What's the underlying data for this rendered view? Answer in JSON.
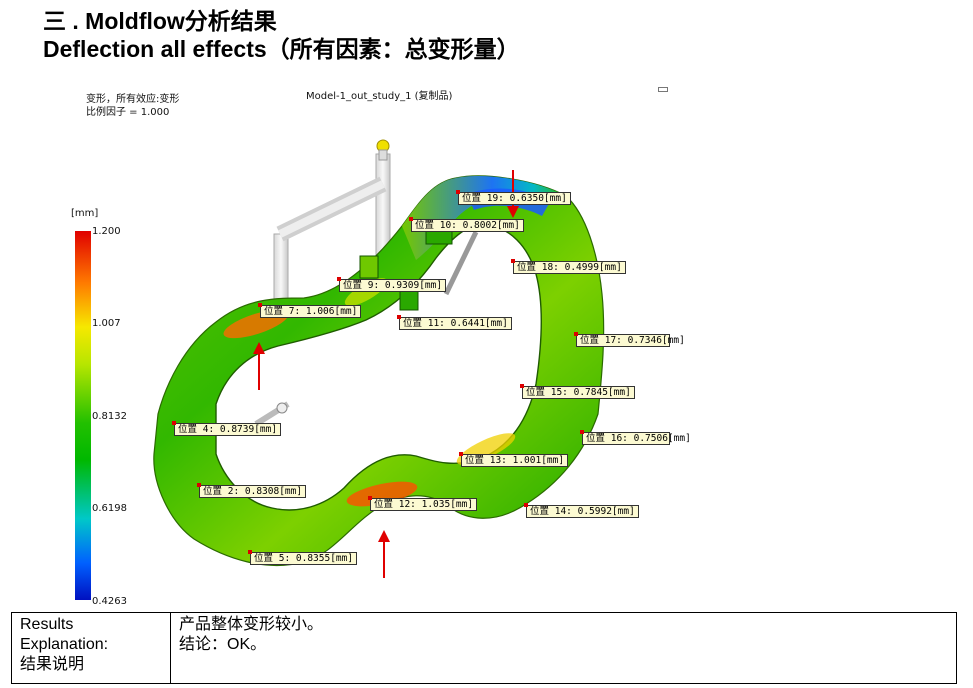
{
  "header": {
    "title_line1": "三 . Moldflow分析结果",
    "title_line2": "Deflection all effects（所有因素：总变形量）"
  },
  "viewer": {
    "result_name": "变形，所有效应:变形",
    "scale_factor": "比例因子 = 1.000",
    "model_name": "Model-1_out_study_1 (复制品)",
    "unit": "[mm]",
    "legend_ticks": [
      "1.200",
      "1.007",
      "0.8132",
      "0.6198",
      "0.4263"
    ],
    "legend_range": [
      0.4263,
      1.2
    ],
    "probes": [
      {
        "text": "位置 19: 0.6350[mm]"
      },
      {
        "text": "位置 10: 0.8002[mm]"
      },
      {
        "text": "位置 18: 0.4999[mm]"
      },
      {
        "text": "位置 9: 0.9309[mm]"
      },
      {
        "text": "位置 7: 1.006[mm]"
      },
      {
        "text": "位置 11: 0.6441[mm]"
      },
      {
        "text": "位置 17: 0.7346[mm]"
      },
      {
        "text": "位置 15: 0.7845[mm]"
      },
      {
        "text": "位置 4: 0.8739[mm]"
      },
      {
        "text": "位置 16: 0.7506[mm]"
      },
      {
        "text": "位置 13: 1.001[mm]"
      },
      {
        "text": "位置 2: 0.8308[mm]"
      },
      {
        "text": "位置 12: 1.035[mm]"
      },
      {
        "text": "位置 14: 0.5992[mm]"
      },
      {
        "text": "位置 5: 0.8355[mm]"
      }
    ],
    "colors": {
      "arrow": "#e00000",
      "label_bg": "#fcfad2"
    }
  },
  "results_table": {
    "header_label": "Results\n Explanation:\n结果说明",
    "content_line1": "产品整体变形较小。",
    "content_line2": "结论：OK。"
  }
}
